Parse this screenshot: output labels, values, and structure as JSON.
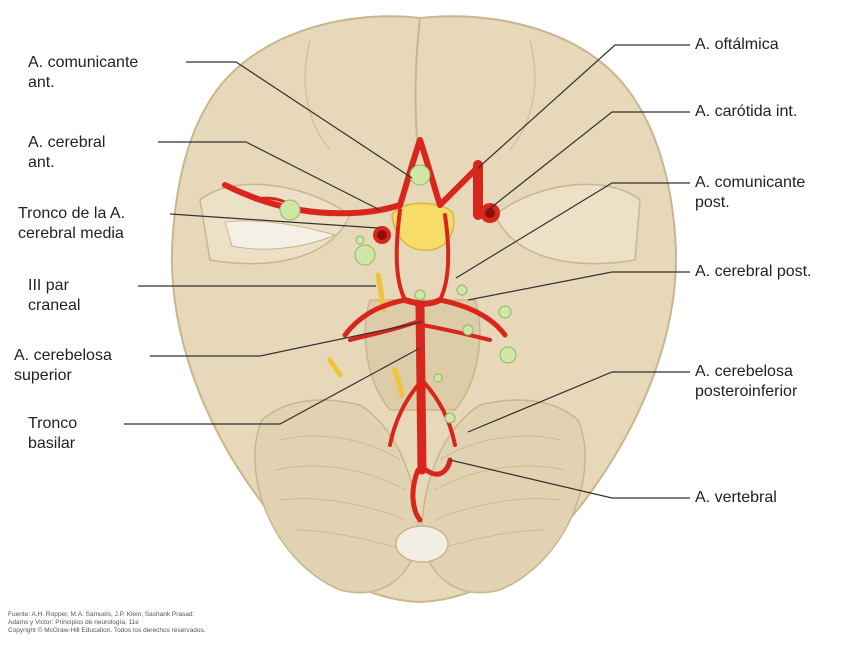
{
  "labels_left": [
    {
      "id": "comunicante-ant",
      "lines": [
        "A. comunicante",
        "ant."
      ]
    },
    {
      "id": "cerebral-ant",
      "lines": [
        "A. cerebral",
        "ant."
      ]
    },
    {
      "id": "cerebral-media",
      "lines": [
        "Tronco de la A.",
        "cerebral media"
      ]
    },
    {
      "id": "iii-par",
      "lines": [
        "III par",
        "craneal"
      ]
    },
    {
      "id": "cerebelosa-sup",
      "lines": [
        "A. cerebelosa",
        "superior"
      ]
    },
    {
      "id": "tronco-basilar",
      "lines": [
        "Tronco",
        "basilar"
      ]
    }
  ],
  "labels_right": [
    {
      "id": "oftalmica",
      "lines": [
        "A. oftálmica"
      ]
    },
    {
      "id": "carotida",
      "lines": [
        "A. carótida int."
      ]
    },
    {
      "id": "comunicante-post",
      "lines": [
        "A. comunicante",
        "post."
      ]
    },
    {
      "id": "cerebral-post",
      "lines": [
        "A. cerebral post."
      ]
    },
    {
      "id": "cerebelosa-pi",
      "lines": [
        "A. cerebelosa",
        "posteroinferior"
      ]
    },
    {
      "id": "vertebral",
      "lines": [
        "A. vertebral"
      ]
    }
  ],
  "credit": [
    "Fuente: A.H. Ropper, M.A. Samuels, J.P. Klein, Sashank Prasad:",
    "Adams y Victor: Principios de neurología, 11e",
    "Copyright © McGraw-Hill Education. Todos los derechos reservados."
  ],
  "colors": {
    "brain": "#e6d8b8",
    "brain_edge": "#c9b68f",
    "artery": "#d9261c",
    "artery_dark": "#8e0f0a",
    "nerve": "#f2c33a",
    "chiasm": "#f7dc6a",
    "node": "#cfe6a6",
    "leader": "#333333"
  }
}
